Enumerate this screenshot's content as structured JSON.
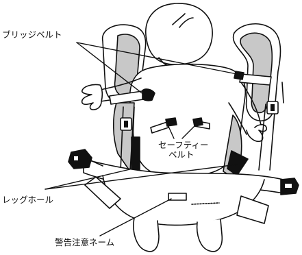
{
  "labels": {
    "bridge_belt": "ブリッジベルト",
    "safety_belt_line1": "セーフティー",
    "safety_belt_line2": "ベルト",
    "leg_hole": "レッグホール",
    "warning_name": "警告注意ネーム"
  },
  "colors": {
    "stroke": "#111111",
    "padding_gray": "#c8c8c8",
    "background": "#ffffff"
  }
}
